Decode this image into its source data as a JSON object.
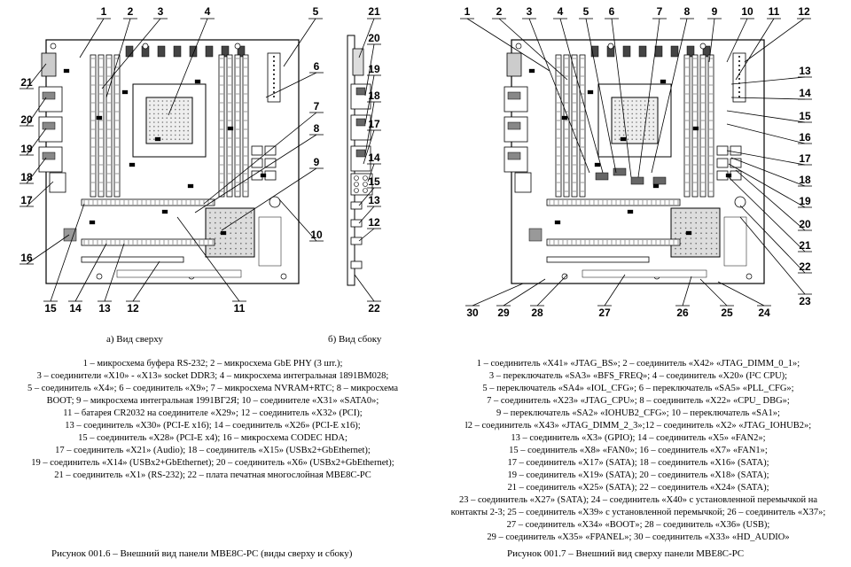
{
  "figure_left": {
    "callouts": [
      "1",
      "2",
      "3",
      "4",
      "5",
      "21",
      "20",
      "19",
      "18",
      "17",
      "16",
      "6",
      "7",
      "8",
      "9",
      "10",
      "15",
      "14",
      "13",
      "12",
      "11"
    ],
    "side_callouts": [
      "21",
      "20",
      "19",
      "18",
      "17",
      "14",
      "15",
      "13",
      "12",
      "22"
    ],
    "sub_top": "а) Вид сверху",
    "sub_side": "б) Вид сбоку",
    "legend": [
      "1 – микросхема буфера  RS-232; 2 – микросхема GbE PHY (3 шт.);",
      "3 – соединители «X10» - «X13» socket DDR3; 4 – микросхема интегральная 1891ВМ028;",
      "5 – соединитель «X4»; 6 – соединитель «X9»; 7 – микросхема NVRAM+RTC; 8 – микросхема",
      "BOOT; 9 – микросхема интегральная 1991ВГ2Я; 10 – соединителе «X31» «SATA0»;",
      "11 – батарея CR2032 на соединителе «X29»; 12 – соединитель «X32» (PCI);",
      "13 – соединитель «X30» (PCI-E x16); 14 – соединитель «X26» (PCI-E x16);",
      "15 – соединитель «X28» (PCI-E x4); 16 – микросхема CODEC HDA;",
      "17 – соединитель «X21» (Audio); 18 – соединитель «X15» (USBx2+GbEthernet);",
      "19 – соединитель «X14» (USBx2+GbEthernet); 20 – соединитель «X6» (USBx2+GbEthernet);",
      "21 – соединитель «X1» (RS-232); 22 – плата печатная многослойная MBE8C-PC"
    ],
    "caption": "Рисунок 001.6 – Внешний вид панели MBE8C-PC (виды сверху и сбоку)"
  },
  "figure_right": {
    "callouts": [
      "1",
      "2",
      "3",
      "4",
      "5",
      "6",
      "7",
      "8",
      "9",
      "10",
      "11",
      "12",
      "13",
      "14",
      "15",
      "16",
      "17",
      "18",
      "19",
      "20",
      "21",
      "22",
      "23",
      "30",
      "29",
      "28",
      "27",
      "26",
      "25",
      "24"
    ],
    "legend": [
      "1 – соединитель «X41» «JTAG_BS»; 2 – соединитель «X42» «JTAG_DIMM_0_1»;",
      "3 – переключатель «SA3» «BFS_FREQ»; 4 – соединитель «X20» (I²C CPU);",
      "5 – переключатель «SA4» «IOL_CFG»; 6 – переключатель «SA5» «PLL_CFG»;",
      "7 – соединитель «X23» «JTAG_CPU»; 8 – соединитель «X22» «CPU_ DBG»;",
      "9 – переключатель «SA2» «IOHUB2_CFG»; 10 – переключатель «SA1»;",
      "l2 – соединитель «X43» «JTAG_DIMM_2_3»;12 – соединитель «X2» «JTAG_IOHUB2»;",
      "13 – соединитель «X3» (GPIO); 14 – соединитель «X5» «FAN2»;",
      "15 – соединитель «X8» «FAN0»; 16 – соединитель «X7» «FAN1»;",
      "17 – соединитель «X17» (SATA); 18 – соединитель «X16» (SATA);",
      "19 – соединитель «X19» (SATA); 20 – соединитель «X18» (SATA);",
      "21 – соединитель «X25» (SATA); 22 – соединитель «X24» (SATA);",
      "23 – соединитель «X27» (SATA); 24 – соединитель «X40» с установленной перемычкой на",
      "контакты 2-3; 25 – соединитель «X39» с установленной перемычкой; 26 – соединитель «X37»;",
      "27 – соединитель «X34» «BOOT»; 28 – соединитель «X36» (USB);",
      "29 – соединитель «X35» «FPANEL»; 30 – соединитель «X33» «HD_AUDIO»"
    ],
    "caption": "Рисунок 001.7 – Внешний вид сверху панели MBE8C-PC"
  }
}
